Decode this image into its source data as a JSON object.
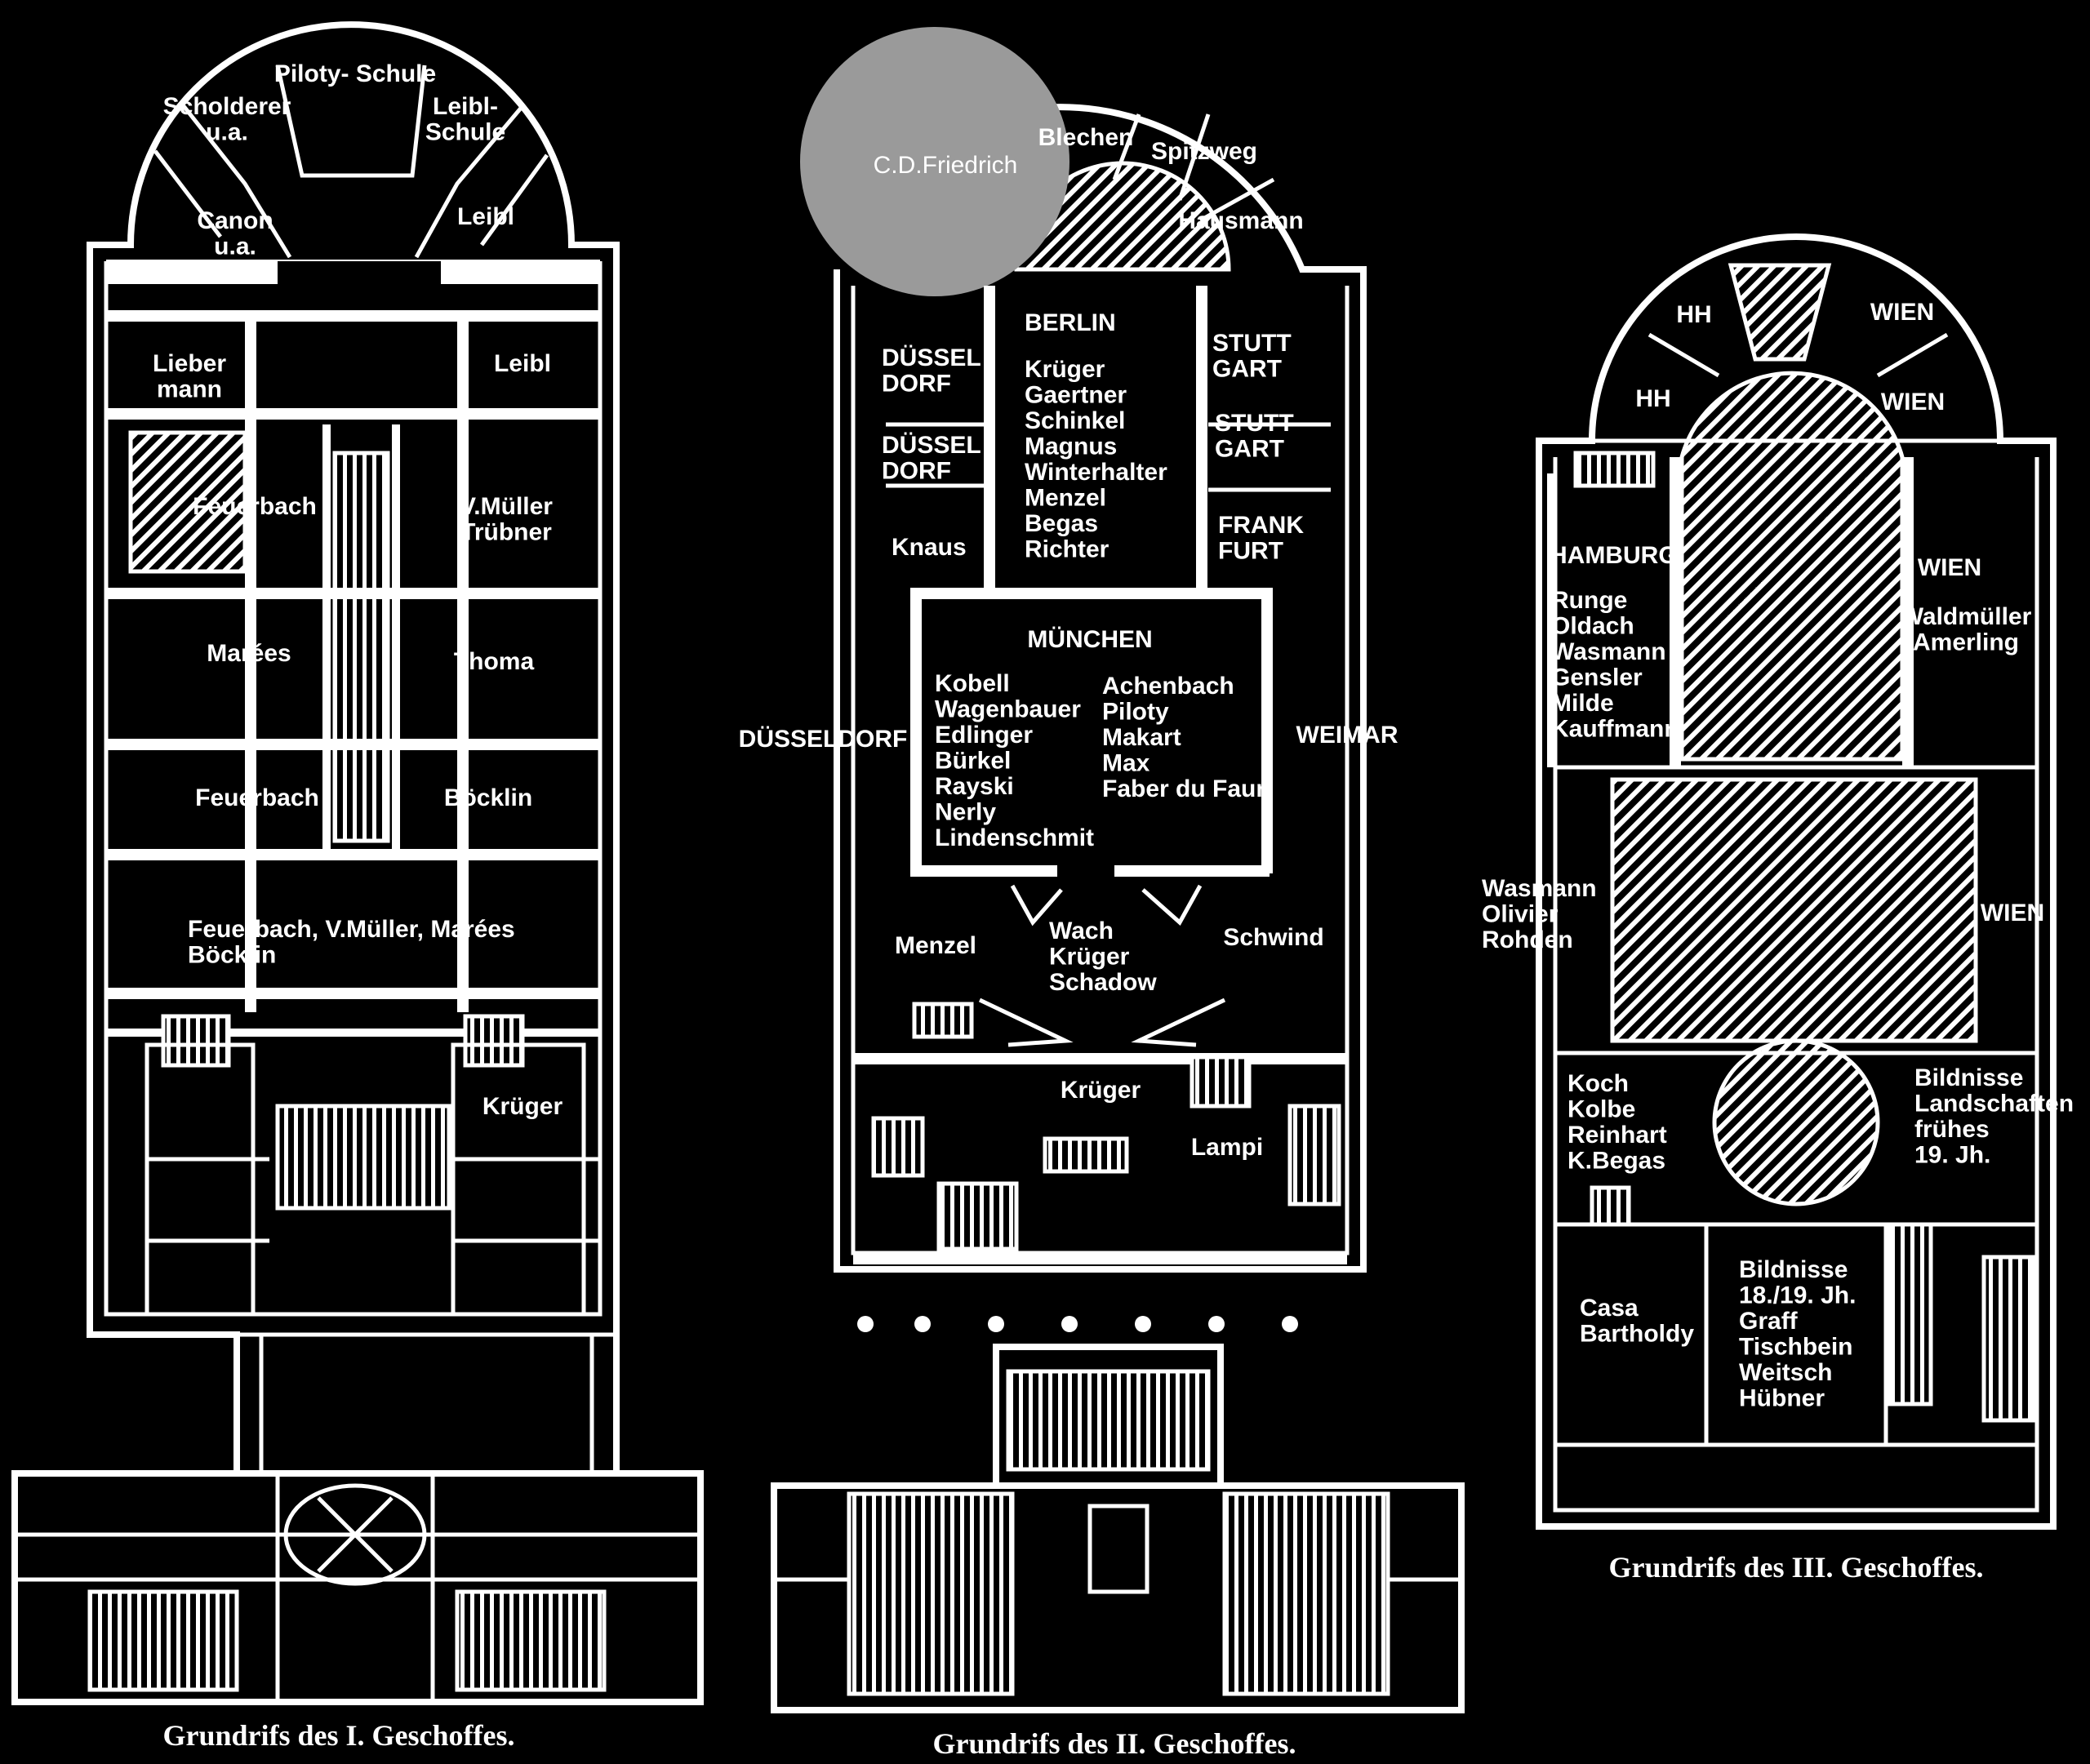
{
  "plans": [
    {
      "caption": "Grundrifs des I. Geschoffes.",
      "rooms": [
        "Pilotу-\nSchule",
        "Scholderer\nu.a.",
        "Leibl-\nSchule",
        "Canon\nu.a.",
        "Leibl",
        "Lieber\nmann",
        "Leibl",
        "Feuerbach",
        "V.Müller\nTrübner",
        "Marées",
        "Thoma",
        "Feuerbach",
        "Böcklin",
        "Feuerbach, V.Müller, Marées\nBöcklin",
        "Krüger"
      ]
    },
    {
      "caption": "Grundrifs des II. Geschoffes.",
      "rooms": [
        "C.D.Friedrich",
        "Blechen",
        "Spitzweg",
        "Hausmann",
        "BERLIN",
        "Krüger\nGaertner\nSchinkel\nMagnus\nWinterhalter\nMenzel\nBegas\nRichter",
        "DÜSSEL\nDORF",
        "DÜSSEL\nDORF",
        "Knaus",
        "STUTT\nGART",
        "STUTT\nGART",
        "FRANK\nFURT",
        "MÜNCHEN",
        "Kobell\nWagenbauer\nEdlinger\nBürkel\nRayski\nNerly\nLindenschmit",
        "Achenbach\nPiloty\nMakart\nMax\nFaber du Faur",
        "DÜSSELDORF",
        "WEIMAR",
        "Menzel",
        "Wach\nKrüger\nSchadow",
        "Schwind",
        "Krüger",
        "Lampi"
      ]
    },
    {
      "caption": "Grundrifs des III. Geschoffes.",
      "rooms": [
        "HH",
        "WIEN",
        "HH",
        "WIEN",
        "HAMBURG",
        "Runge\nOldach\nWasmann\nGensler\nMilde\nKauffmann",
        "WIEN",
        "Waldmüller\nAmerling",
        "Wasmann\nOlivier\nRohden",
        "WIEN",
        "Koch\nKolbe\nReinhart\nK.Begas",
        "Bildnisse\nLandschaften\nfrühes\n19. Jh.",
        "Casa\nBartholdy",
        "Bildnisse\n18./19. Jh.\nGraff\nTischbein\nWeitsch\nHübner"
      ]
    }
  ]
}
